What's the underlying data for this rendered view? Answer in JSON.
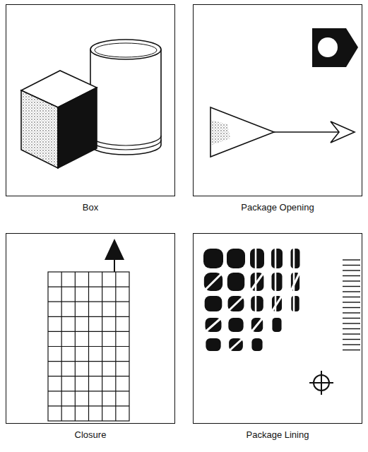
{
  "diagram": {
    "nodes": [
      {
        "text": [
          "Box"
        ]
      },
      {
        "text": [
          "Package Opening"
        ]
      },
      {
        "text": [
          "Closure"
        ]
      },
      {
        "text": [
          "Package Lining"
        ]
      }
    ]
  }
}
